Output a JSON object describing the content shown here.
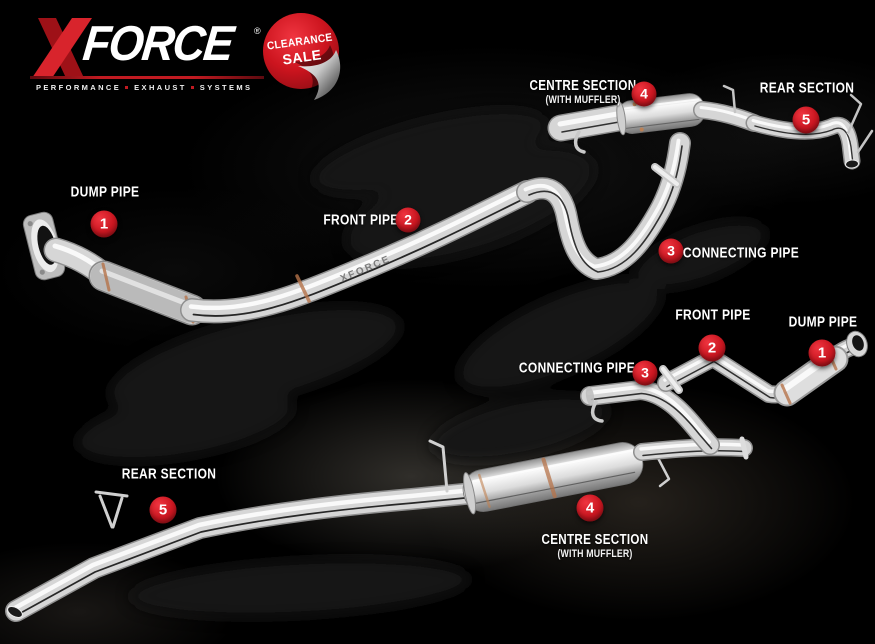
{
  "brand": {
    "logo_primary": "X",
    "logo_secondary": "FORCE",
    "registered_mark": "®",
    "tagline": [
      "PERFORMANCE",
      "EXHAUST",
      "SYSTEMS"
    ],
    "pipe_engraving": "XFORCE"
  },
  "promo_sticker": {
    "line1": "CLEARANCE",
    "line2": "SALE"
  },
  "parts": [
    {
      "id": "1",
      "name": "DUMP PIPE"
    },
    {
      "id": "2",
      "name": "FRONT PIPE"
    },
    {
      "id": "3",
      "name": "CONNECTING PIPE"
    },
    {
      "id": "4",
      "name": "CENTRE SECTION",
      "subtitle": "(WITH MUFFLER)"
    },
    {
      "id": "5",
      "name": "REAR SECTION"
    }
  ],
  "colors": {
    "background": "#000000",
    "accent_red": "#c11a21",
    "badge_red": "#cb1721",
    "chrome_light": "#f5f5f5",
    "chrome_mid": "#d6d6d6",
    "weld_copper": "#b5734a"
  }
}
